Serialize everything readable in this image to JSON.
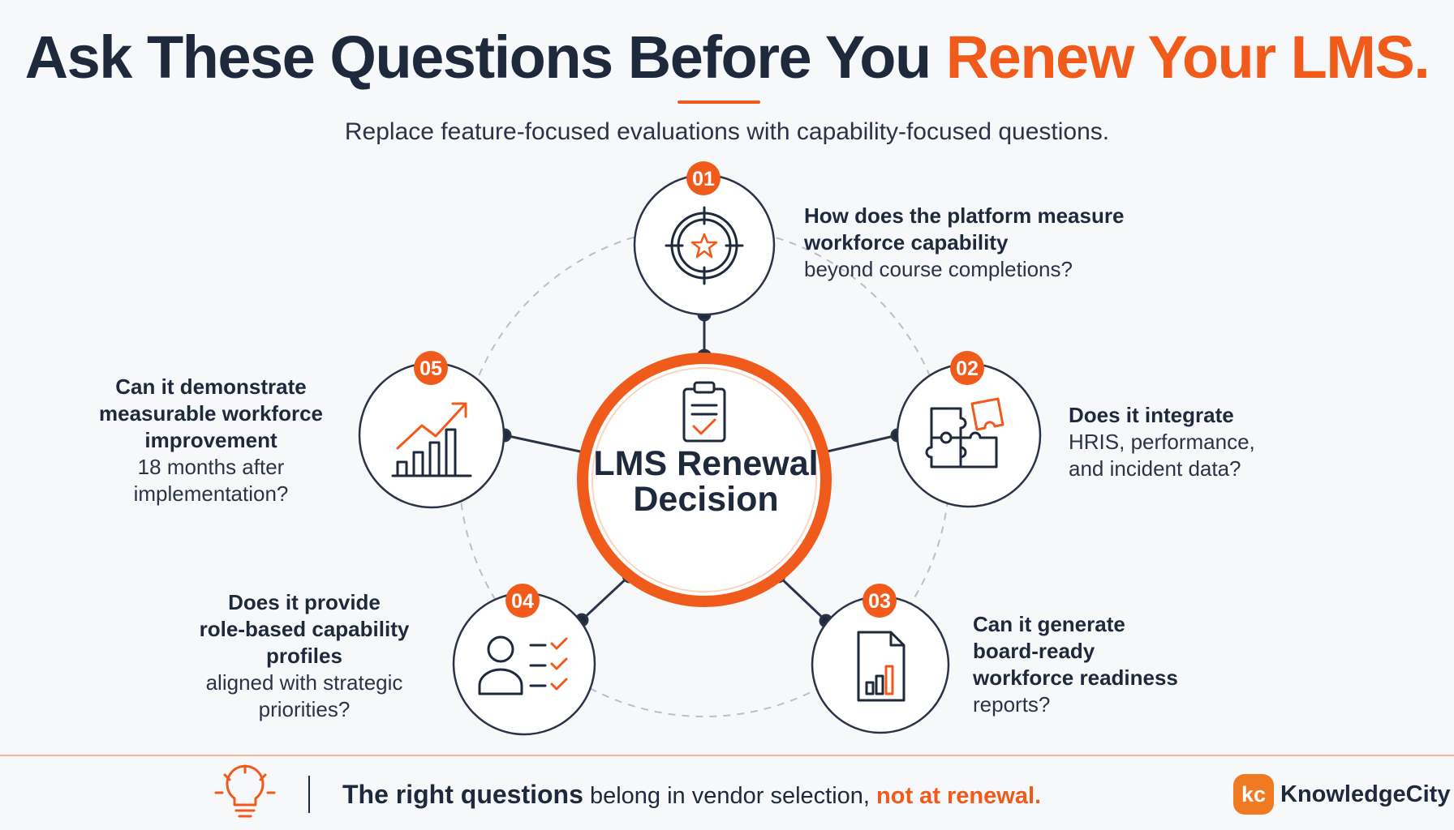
{
  "header": {
    "title_main": "Ask These Questions Before You ",
    "title_accent": "Renew Your LMS.",
    "subtitle": "Replace feature-focused evaluations with capability-focused questions."
  },
  "hub": {
    "label": "LMS Renewal Decision",
    "icon": "clipboard-check-icon"
  },
  "questions": [
    {
      "number": "01",
      "bold": [
        "How does the platform measure",
        "workforce capability"
      ],
      "normal": [
        "beyond course completions?"
      ],
      "icon": "target-star-icon"
    },
    {
      "number": "02",
      "bold": [
        "Does it integrate"
      ],
      "normal": [
        "HRIS, performance,",
        "and incident data?"
      ],
      "icon": "puzzle-icon"
    },
    {
      "number": "03",
      "bold": [
        "Can it generate",
        "board-ready",
        "workforce readiness"
      ],
      "normal": [
        "reports?"
      ],
      "icon": "report-chart-icon"
    },
    {
      "number": "04",
      "bold": [
        "Does it provide",
        "role-based capability",
        "profiles"
      ],
      "normal": [
        "aligned with strategic",
        "priorities?"
      ],
      "icon": "profile-checklist-icon"
    },
    {
      "number": "05",
      "bold": [
        "Can it demonstrate",
        "measurable workforce",
        "improvement"
      ],
      "normal": [
        "18 months after",
        "implementation?"
      ],
      "icon": "growth-chart-icon"
    }
  ],
  "footer": {
    "bold": "The right questions",
    "middle": " belong in vendor selection, ",
    "accent": "not at renewal.",
    "icon": "lightbulb-icon"
  },
  "brand": {
    "mark": "kc",
    "name": "KnowledgeCity"
  },
  "colors": {
    "accent": "#f05a1a",
    "navy": "#1e2a3c",
    "ring": "#2b3446"
  }
}
